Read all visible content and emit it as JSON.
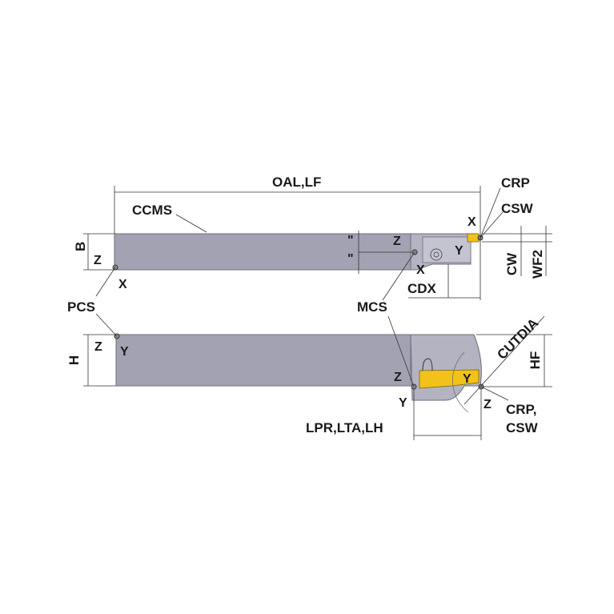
{
  "labels": {
    "oal_lf": "OAL,LF",
    "ccms": "CCMS",
    "crp": "CRP",
    "csw": "CSW",
    "b": "B",
    "cw": "CW",
    "wf2": "WF2",
    "cdx": "CDX",
    "pcs": "PCS",
    "mcs": "MCS",
    "h": "H",
    "hf": "HF",
    "cutdia": "CUTDIA",
    "crp_csw": "CRP,",
    "crp_csw2": "CSW",
    "lpr_lta_lh": "LPR,LTA,LH"
  },
  "axes": {
    "x": "X",
    "y": "Y",
    "z": "Z"
  },
  "colors": {
    "body": "#a3a2b3",
    "insert": "#f2c21b"
  }
}
